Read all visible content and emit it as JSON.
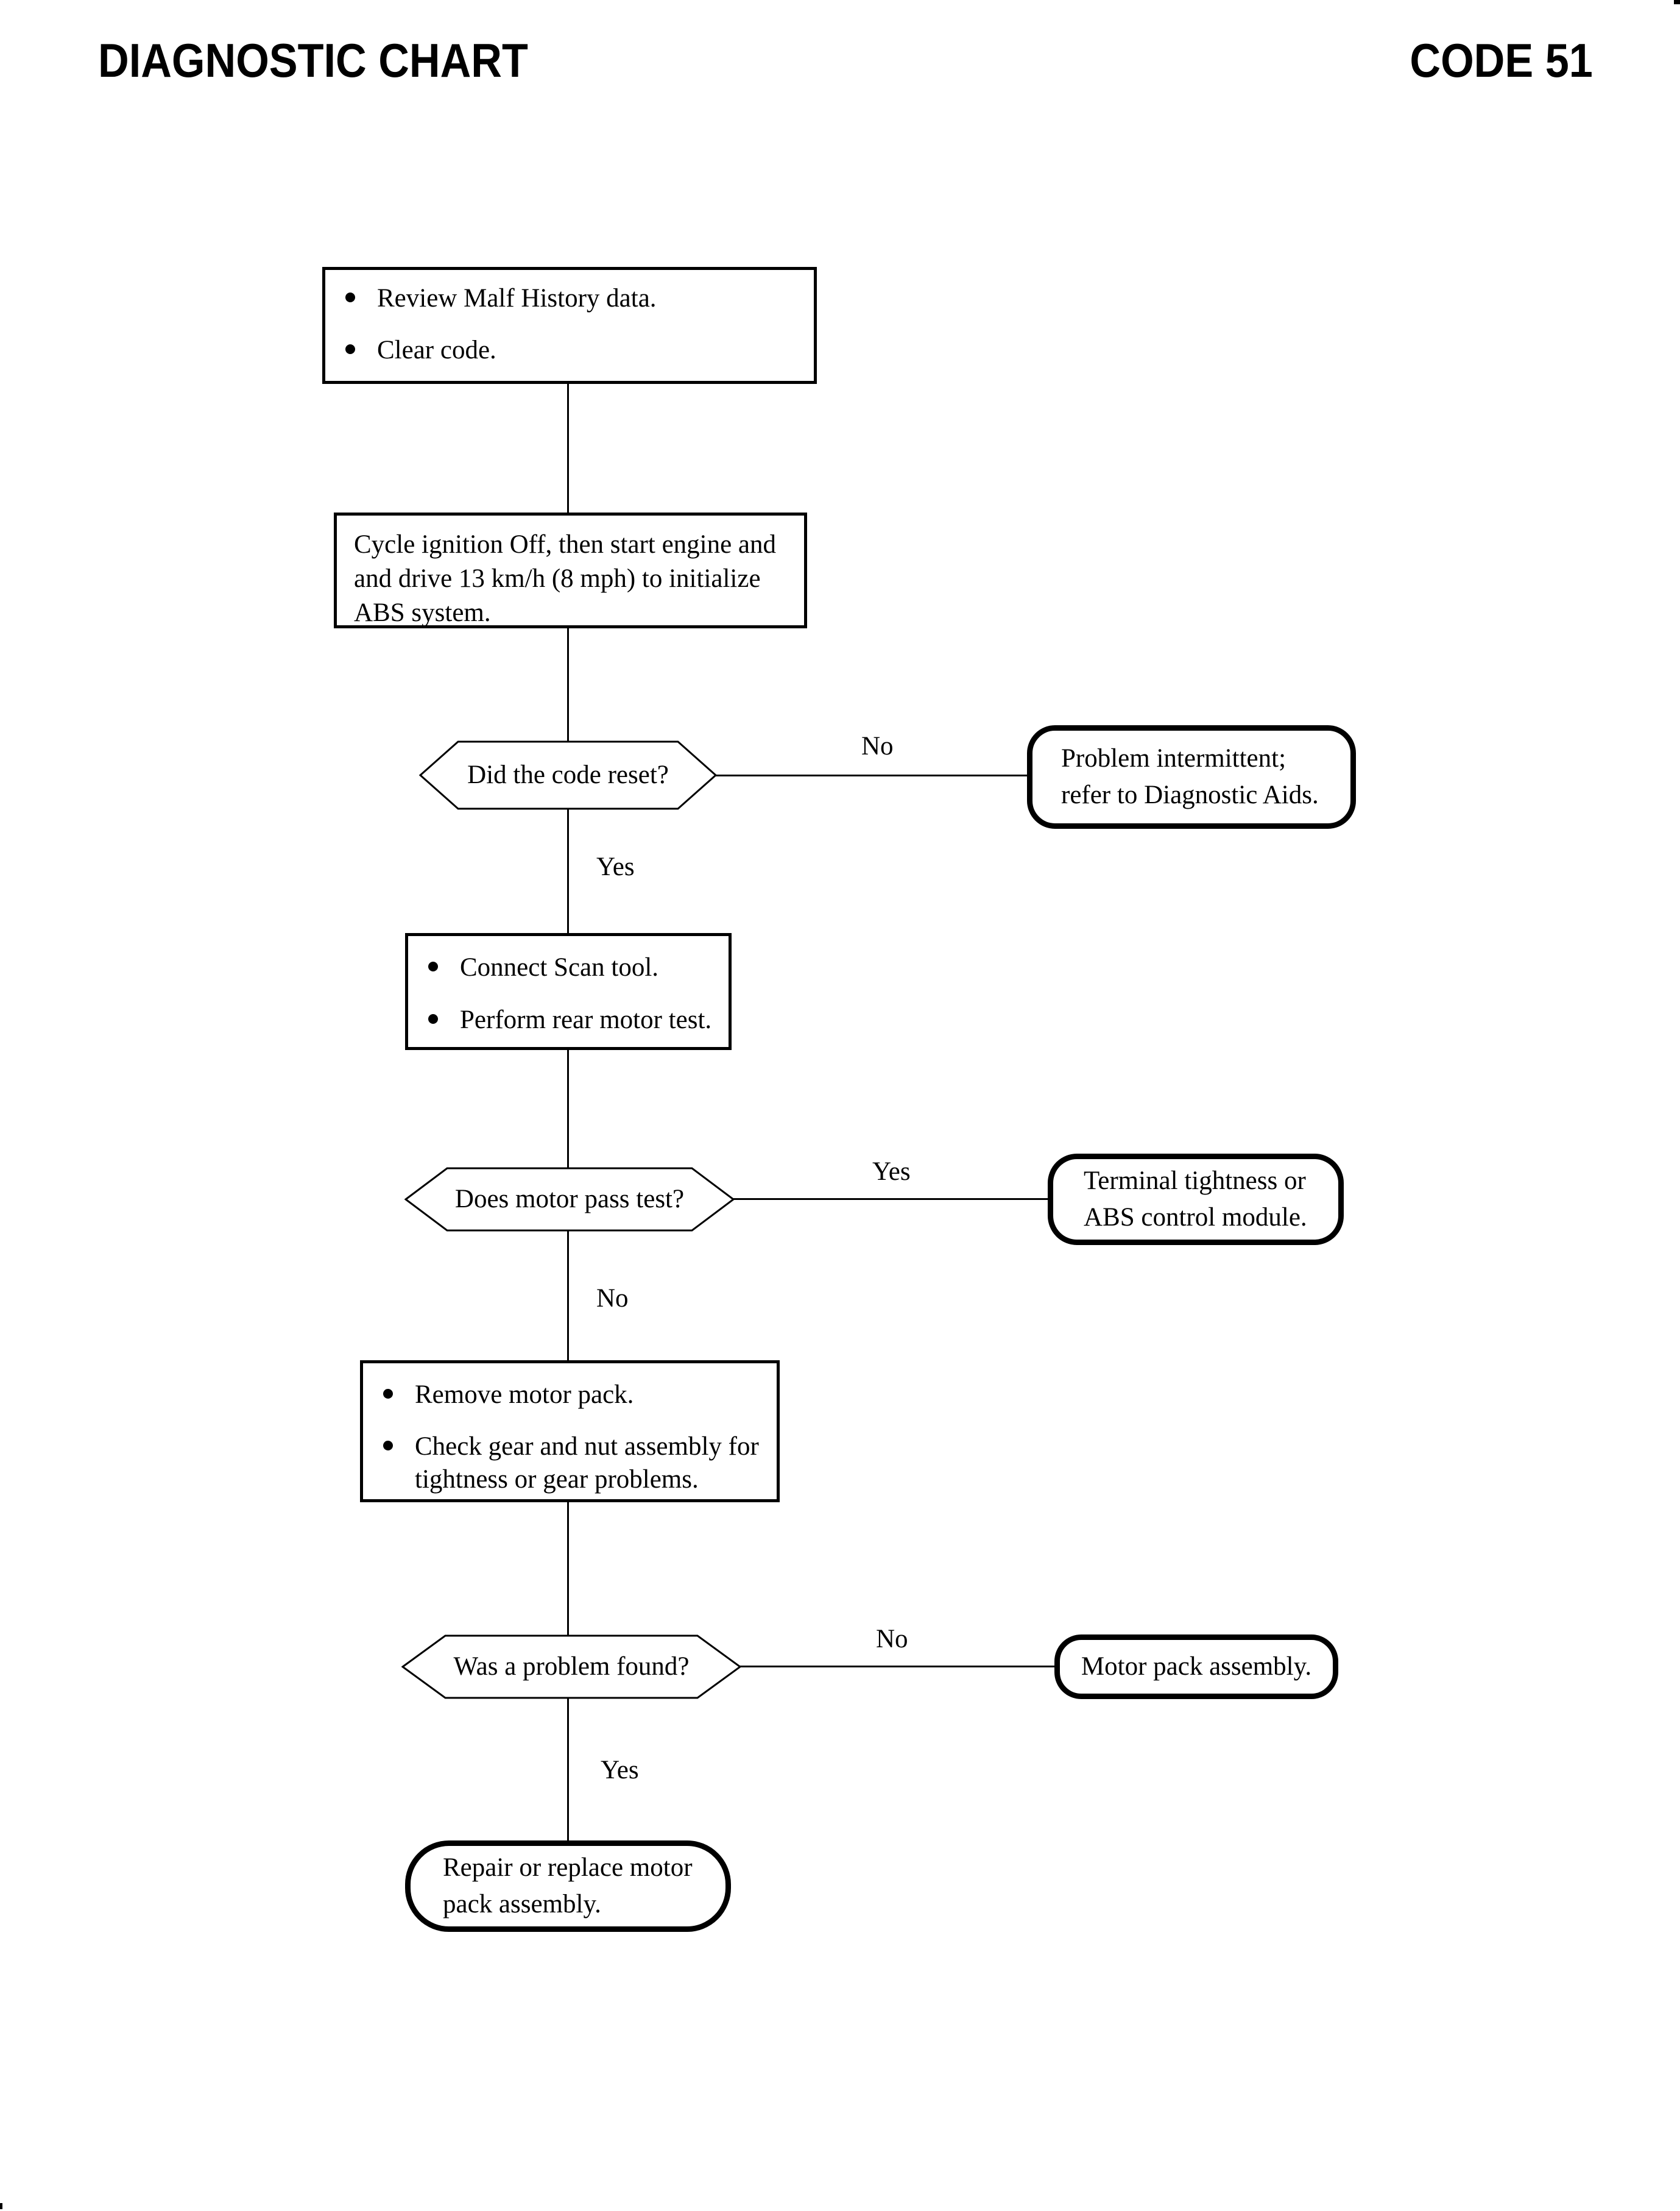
{
  "header": {
    "title": "DIAGNOSTIC CHART",
    "code": "CODE 51"
  },
  "colors": {
    "ink": "#000000",
    "paper": "#ffffff"
  },
  "flow": {
    "nodes": {
      "step1": {
        "type": "process",
        "items": [
          "Review Malf History data.",
          "Clear code."
        ]
      },
      "step2": {
        "type": "process",
        "lines": [
          "Cycle ignition Off, then start engine and",
          "and drive 13 km/h (8 mph) to initialize",
          "ABS system."
        ]
      },
      "decision1": {
        "type": "decision",
        "question": "Did the code reset?"
      },
      "terminal1": {
        "type": "terminal",
        "lines": [
          "Problem intermittent;",
          "refer to Diagnostic Aids."
        ]
      },
      "step3": {
        "type": "process",
        "items": [
          "Connect Scan tool.",
          "Perform rear motor test."
        ]
      },
      "decision2": {
        "type": "decision",
        "question": "Does motor pass test?"
      },
      "terminal2": {
        "type": "terminal",
        "lines": [
          "Terminal tightness or",
          "ABS control module."
        ]
      },
      "step4": {
        "type": "process",
        "items": [
          "Remove motor pack.",
          "Check gear and nut assembly for tightness or gear problems."
        ]
      },
      "decision3": {
        "type": "decision",
        "question": "Was a problem found?"
      },
      "terminal3": {
        "type": "terminal",
        "lines": [
          "Motor pack assembly."
        ]
      },
      "terminal4": {
        "type": "terminal",
        "lines": [
          "Repair or replace motor",
          "pack assembly."
        ]
      }
    },
    "edges": [
      {
        "from": "step1",
        "to": "step2"
      },
      {
        "from": "step2",
        "to": "decision1"
      },
      {
        "from": "decision1",
        "to": "terminal1",
        "label": "No"
      },
      {
        "from": "decision1",
        "to": "step3",
        "label": "Yes"
      },
      {
        "from": "step3",
        "to": "decision2"
      },
      {
        "from": "decision2",
        "to": "terminal2",
        "label": "Yes"
      },
      {
        "from": "decision2",
        "to": "step4",
        "label": "No"
      },
      {
        "from": "step4",
        "to": "decision3"
      },
      {
        "from": "decision3",
        "to": "terminal3",
        "label": "No"
      },
      {
        "from": "decision3",
        "to": "terminal4",
        "label": "Yes"
      }
    ]
  }
}
